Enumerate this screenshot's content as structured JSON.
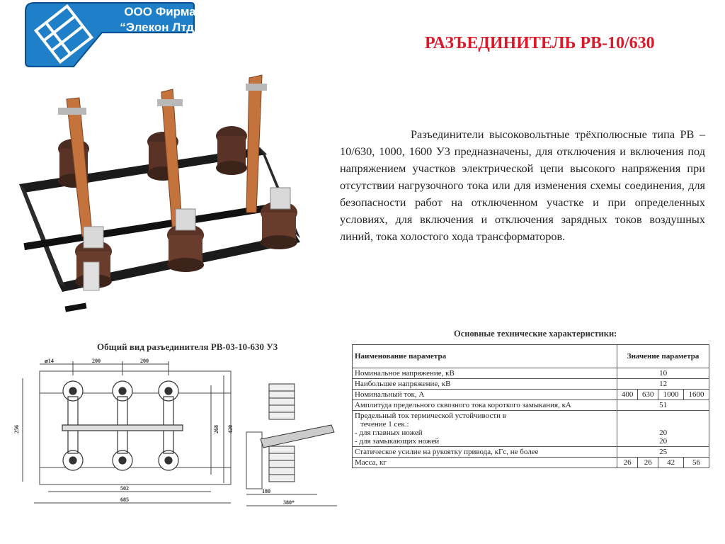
{
  "logo": {
    "line1": "ООО Фирма",
    "line2": "“Элекон Лтд”",
    "colors": {
      "primary": "#1f7fc8",
      "outline": "#0b4f8e"
    }
  },
  "title": "РАЗЪЕДИНИТЕЛЬ РВ-10/630",
  "description": "Разъединители высоковольтные трёхполюсные типа РВ – 10/630, 1000, 1600 У3 предназначены, для отключения и включения под напряжением участков электрической цепи высокого напряжения при отсутствии нагрузочного тока или для изменения схемы соединения, для безопасности работ на отключенном участке и при определенных условиях, для включения  и отключения зарядных токов воздушных линий, тока холостого хода трансформаторов.",
  "drawing": {
    "title": "Общий вид разъединителя РВ-03-10-630 У3",
    "dims": {
      "hole": "⌀14",
      "pitch1": "200",
      "pitch2": "200",
      "h_total": "256",
      "h_mid": "268",
      "h_frame": "420",
      "w_inner": "502",
      "w_total": "685",
      "side_w": "180",
      "side_total": "380*"
    }
  },
  "table": {
    "title": "Основные технические характеристики:",
    "head_name": "Наименование параметра",
    "head_value": "Значение параметра",
    "rows": {
      "voltage_name": "Номинальное напряжение, кВ",
      "voltage_val": "10",
      "maxvoltage_name": "Наибольшее напряжение, кВ",
      "maxvoltage_val": "12",
      "current_name": "Номинальный ток, А",
      "current_vals": [
        "400",
        "630",
        "1000",
        "1600"
      ],
      "amplitude_name": "Амплитуда предельного сквозного тока короткого замыкания, кА",
      "amplitude_val": "51",
      "thermal_name": "Предельный ток термической устойчивости в",
      "thermal_sub": "течение  1 сек.:",
      "thermal_main_name": "- для главных ножей",
      "thermal_main_val": "20",
      "thermal_earth_name": "- для замыкающих ножей",
      "thermal_earth_val": "20",
      "force_name": "Статическое  усилие на рукоятку привода, кГс, не более",
      "force_val": "25",
      "mass_name": "Масса, кг",
      "mass_vals": [
        "26",
        "26",
        "42",
        "56"
      ]
    }
  }
}
